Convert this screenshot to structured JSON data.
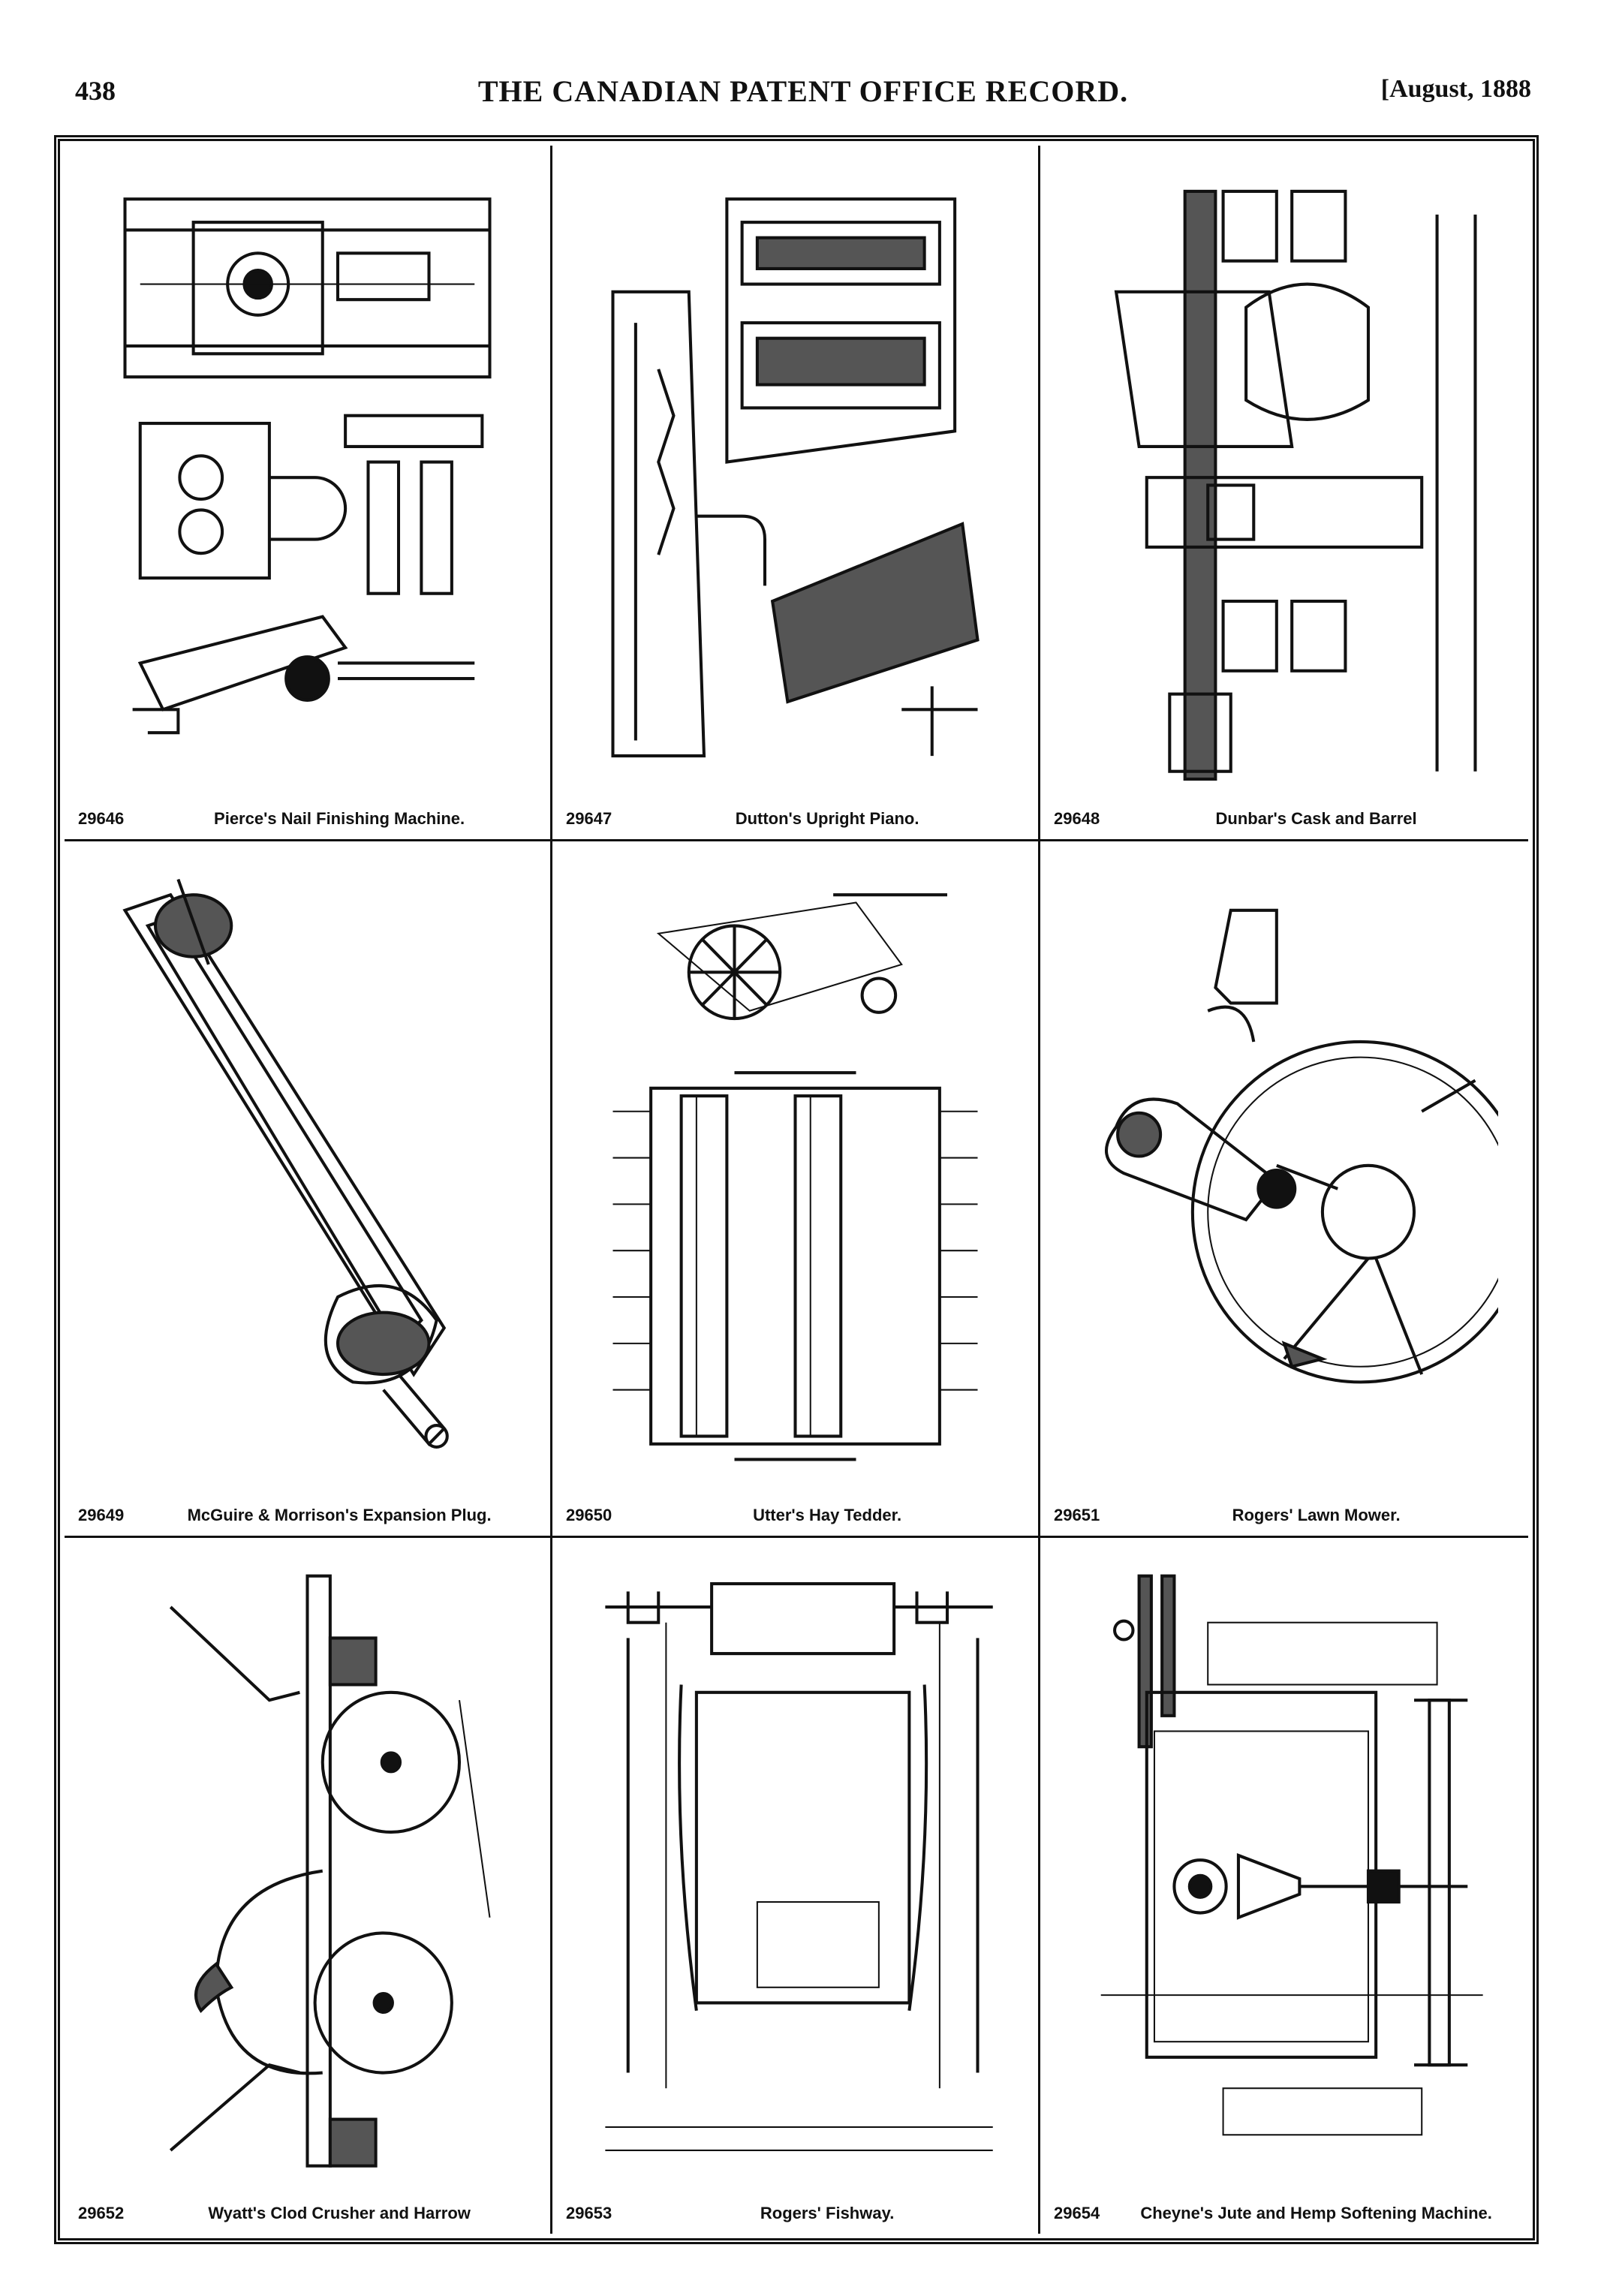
{
  "header": {
    "page_number": "438",
    "journal_title": "THE CANADIAN PATENT OFFICE RECORD.",
    "issue_date": "[August, 1888"
  },
  "patents": [
    {
      "number": "29646",
      "title": "Pierce's Nail Finishing Machine."
    },
    {
      "number": "29647",
      "title": "Dutton's Upright Piano."
    },
    {
      "number": "29648",
      "title": "Dunbar's Cask and Barrel"
    },
    {
      "number": "29649",
      "title": "McGuire & Morrison's Expansion Plug."
    },
    {
      "number": "29650",
      "title": "Utter's Hay Tedder."
    },
    {
      "number": "29651",
      "title": "Rogers' Lawn Mower."
    },
    {
      "number": "29652",
      "title": "Wyatt's Clod Crusher and Harrow"
    },
    {
      "number": "29653",
      "title": "Rogers' Fishway."
    },
    {
      "number": "29654",
      "title": "Cheyne's Jute and Hemp Softening Machine."
    }
  ]
}
